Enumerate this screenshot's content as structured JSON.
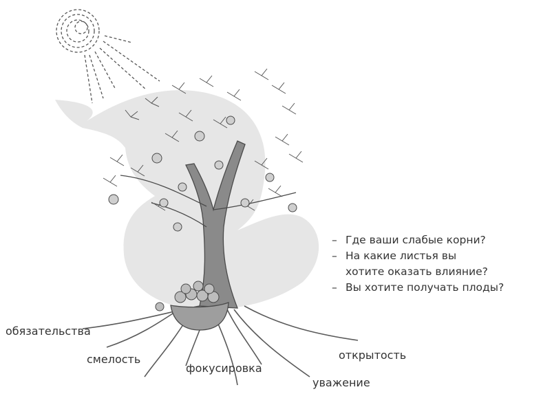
{
  "questions": [
    {
      "dash": "–",
      "text": "Где ваши слабые корни?"
    },
    {
      "dash": "–",
      "text": "На какие листья вы хотите оказать влияние?"
    },
    {
      "dash": "–",
      "text": "Вы хотите получать плоды?"
    }
  ],
  "root_labels": [
    "обязательства",
    "смелость",
    "фокусировка",
    "открытость",
    "уважение"
  ],
  "colors": {
    "ink": "#4a4a4a",
    "shadow_shape": "#e6e6e6",
    "trunk": "#8a8a8a",
    "fruit": "#bdbdbd"
  },
  "illustration": {
    "sun": "sun-icon",
    "tree": "apple-tree-illustration",
    "basket": "fruit-basket-icon"
  }
}
